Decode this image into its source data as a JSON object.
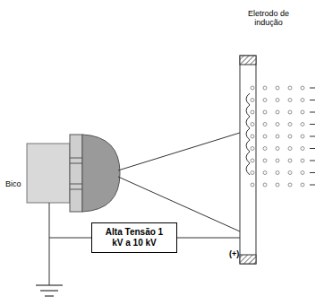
{
  "diagram": {
    "nodes": [
      {
        "text": [
          "Alta Tensão 1 kV a 10 kV"
        ]
      }
    ],
    "labels": [
      "Eletrodo de indução",
      "Bico",
      "(+)"
    ]
  }
}
